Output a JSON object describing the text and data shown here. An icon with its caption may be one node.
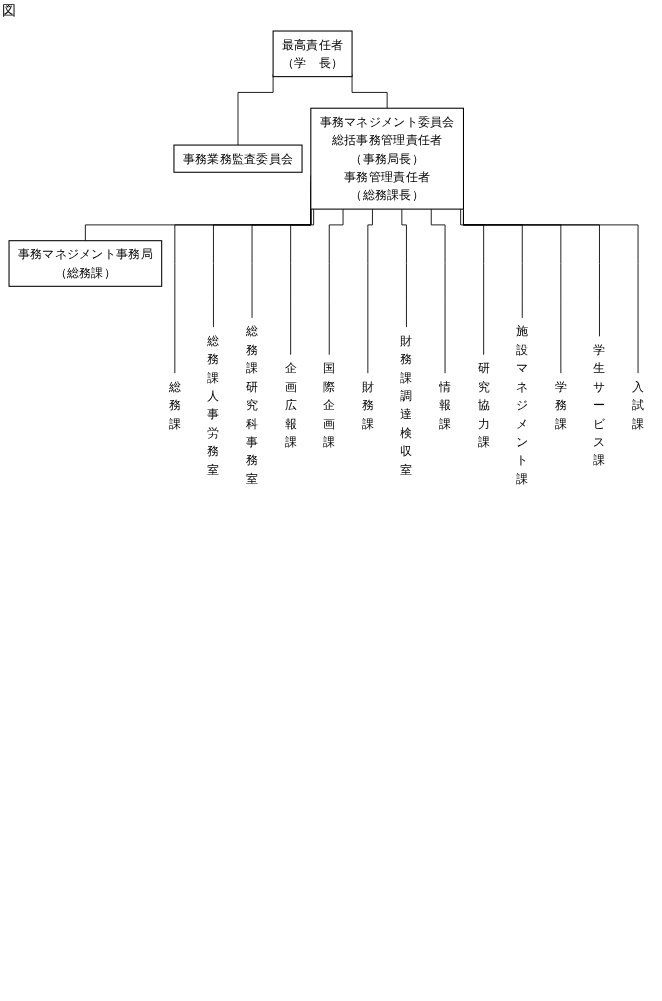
{
  "diagram": {
    "nodes": [
      {
        "text": [
          "最高責任者",
          "（学　長）"
        ]
      },
      {
        "text": [
          "事務業務監査委員会"
        ]
      },
      {
        "text": [
          "事務マネジメント委員会",
          "総括事務管理責任者",
          "（事務局長）",
          "事務管理責任者",
          "（総務課長）"
        ]
      },
      {
        "text": [
          "事務マネジメント事務局",
          "（総務課）"
        ]
      },
      {
        "text": [
          "総務課"
        ]
      },
      {
        "text": [
          "総務課人事労務室"
        ]
      },
      {
        "text": [
          "総務課研究科事務室"
        ]
      },
      {
        "text": [
          "企画広報課"
        ]
      },
      {
        "text": [
          "国際企画課"
        ]
      },
      {
        "text": [
          "財務課"
        ]
      },
      {
        "text": [
          "財務課調達検収室"
        ]
      },
      {
        "text": [
          "情報課"
        ]
      },
      {
        "text": [
          "研究協力課"
        ]
      },
      {
        "text": [
          "施設マネジメント課"
        ]
      },
      {
        "text": [
          "学務課"
        ]
      },
      {
        "text": [
          "学生サービス課"
        ]
      },
      {
        "text": [
          "入試課"
        ]
      }
    ],
    "edges": [
      {
        "from": 0,
        "to": 1,
        "arrow": "none"
      },
      {
        "from": 0,
        "to": 2,
        "arrow": "none"
      },
      {
        "from": 2,
        "to": 3,
        "arrow": "none"
      },
      {
        "from": 2,
        "to": 4,
        "arrow": "none"
      },
      {
        "from": 2,
        "to": 5,
        "arrow": "none"
      },
      {
        "from": 2,
        "to": 6,
        "arrow": "none"
      },
      {
        "from": 2,
        "to": 7,
        "arrow": "none"
      },
      {
        "from": 2,
        "to": 8,
        "arrow": "none"
      },
      {
        "from": 2,
        "to": 9,
        "arrow": "none"
      },
      {
        "from": 2,
        "to": 10,
        "arrow": "none"
      },
      {
        "from": 2,
        "to": 11,
        "arrow": "none"
      },
      {
        "from": 2,
        "to": 12,
        "arrow": "none"
      },
      {
        "from": 2,
        "to": 13,
        "arrow": "none"
      },
      {
        "from": 2,
        "to": 14,
        "arrow": "none"
      },
      {
        "from": 2,
        "to": 15,
        "arrow": "none"
      },
      {
        "from": 2,
        "to": 16,
        "arrow": "none"
      }
    ],
    "labels": [
      "図"
    ]
  }
}
